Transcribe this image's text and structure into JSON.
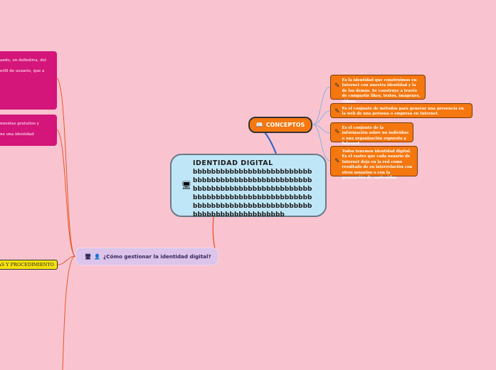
{
  "central": {
    "icon": "computer-icon",
    "title": "IDENTIDAD DIGITAL",
    "body": "bbbbbbbbbbbbbbbbbbbbbbbbbbbbbbbbbbbbbbbbbbbbbbbbbbbbbbbbbbbbbbbbbbbbbbbbbbbbbbbbbbbbbbbbbbbbbbbbbbbbbbbbbbbbbbbbbbbbbbbbbbbbbbbbbbbbbbbbbbbbbbbbbbbbbb"
  },
  "conceptos": {
    "icon": "book-icon",
    "label": "CONCEPTOS"
  },
  "concepts": [
    {
      "icon": "pencil-icon",
      "text": "Es la identidad que construimos en Internet con nuestra identidad y la de los demás. Se construye a través de compartir likes, textos, imágenes, videos."
    },
    {
      "icon": "pencil-icon",
      "text": "Es el conjunto de métodos para generar una presencia en la web de una persona o empresa en Internet."
    },
    {
      "icon": "pencil-icon",
      "text": "Es el conjunto de la información sobre un individuo o una organización expuesta a Internet"
    },
    {
      "icon": "pencil-icon",
      "text": "Todos tenemos identidad digital. Es el rastro que cada usuario de Internet deja en la red como resultado de su interrelación con otros usuarios o con la generación de contenidos."
    }
  ],
  "gestion": {
    "icons": [
      "computer-icon",
      "person-icon"
    ],
    "label": "¿Cómo gestionar la identidad digital?"
  },
  "left_boxes": [
    {
      "lines": [
        "ando, en definitiva, del",
        "erfil de usuario, que a"
      ]
    },
    {
      "lines": [
        "mientas gratuitos y",
        "ne una identidad"
      ]
    }
  ],
  "yellow_box": {
    "label": "AS Y PROCEDIMIENTO"
  },
  "colors": {
    "background": "#f9c4cf",
    "central_fill": "#bfe6f7",
    "concept_fill": "#f5770f",
    "gestion_fill": "#dcc4ea",
    "left_box_fill": "#d4157a",
    "yellow_fill": "#f7e20c",
    "link_blue": "#3a66c4",
    "link_red": "#e8552a"
  }
}
